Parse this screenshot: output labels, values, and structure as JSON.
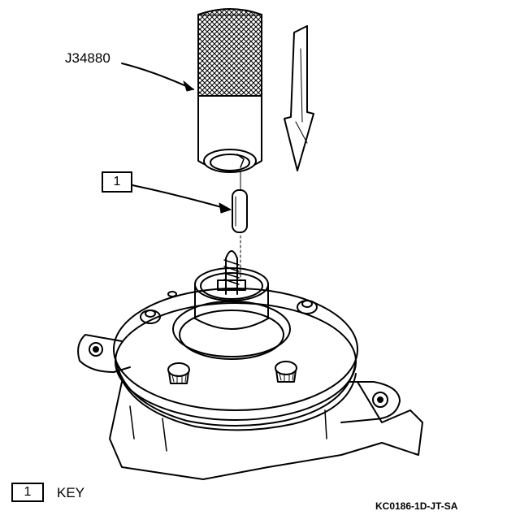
{
  "figure": {
    "tool_label": "J34880",
    "callout_number": "1",
    "legend": {
      "number": "1",
      "text": "KEY"
    },
    "figure_code": "KC0186-1D-JT-SA"
  },
  "colors": {
    "ink": "#000000",
    "paper": "#ffffff"
  },
  "icons": {
    "direction_arrow": "down-arrow-icon"
  }
}
